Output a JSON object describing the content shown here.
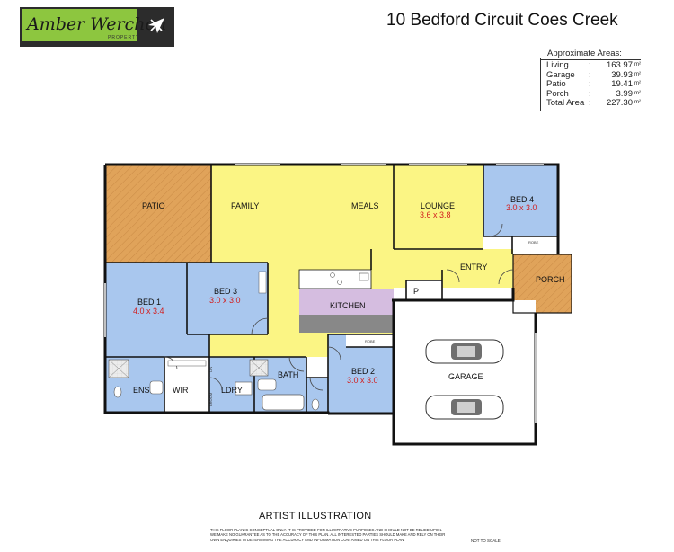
{
  "brand": {
    "name": "Amber Werchon",
    "tagline": "PROPERTY",
    "colors": {
      "green": "#8dc63f",
      "dark": "#2c2c2c"
    }
  },
  "title": "10 Bedford Circuit Coes Creek",
  "areas": {
    "heading": "Approximate Areas:",
    "unit": "m²",
    "rows": [
      {
        "label": "Living",
        "value": "163.97"
      },
      {
        "label": "Garage",
        "value": "39.93"
      },
      {
        "label": "Patio",
        "value": "19.41"
      },
      {
        "label": "Porch",
        "value": "3.99"
      },
      {
        "label": "Total Area",
        "value": "227.30"
      }
    ]
  },
  "rooms": {
    "patio": "PATIO",
    "family": "FAMILY",
    "meals": "MEALS",
    "lounge": {
      "name": "LOUNGE",
      "size": "3.6 x 3.8"
    },
    "bed4": {
      "name": "BED 4",
      "size": "3.0 x 3.0"
    },
    "robe": "ROBE",
    "entry": "ENTRY",
    "porch": "PORCH",
    "bed1": {
      "name": "BED 1",
      "size": "4.0 x 3.4"
    },
    "bed3": {
      "name": "BED 3",
      "size": "3.0 x 3.0"
    },
    "kitchen": "KITCHEN",
    "pantry": "P",
    "bed2": {
      "name": "BED 2",
      "size": "3.0 x 3.0"
    },
    "garage": "GARAGE",
    "ens": "ENS",
    "wir": "WIR",
    "ldry": "LDRY",
    "bath": "BATH",
    "linen": "LIN",
    "broom": "BROOM"
  },
  "colors": {
    "yellow": "#fbf584",
    "blue": "#a9c7ee",
    "patio": "#e0a35a",
    "kitchen": "#d5bde0",
    "wet": "#e6e6e6",
    "walls": "#111111"
  },
  "footer": {
    "heading": "ARTIST ILLUSTRATION",
    "disclaimer": "THIS FLOOR PLAN IS CONCEPTUAL ONLY. IT IS PROVIDED FOR ILLUSTRATIVE PURPOSES AND SHOULD NOT BE RELIED UPON.\nWE MAKE NO GUARANTEE AS TO THE ACCURACY OF THIS PLAN. ALL INTERESTED PARTIES SHOULD MAKE AND RELY ON THEIR\nOWN ENQUIRIES IN DETERMINING THE ACCURACY AND INFORMATION CONTAINED ON THIS FLOOR PLAN.",
    "scale_note": "NOT TO SCALE"
  }
}
